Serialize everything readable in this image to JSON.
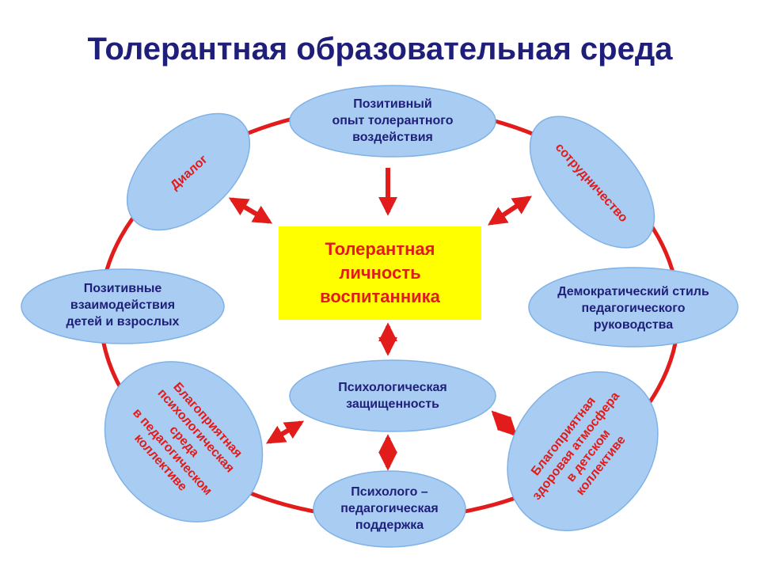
{
  "title": "Толерантная образовательная среда",
  "colors": {
    "title": "#1f1f7a",
    "ring": "#e21b1b",
    "ellipse_fill": "#a9cdf2",
    "ellipse_stroke": "#7fb2e6",
    "center_fill": "#ffff00",
    "arrow": "#e21b1b"
  },
  "center": {
    "lines": [
      "Толерантная",
      "личность",
      "воспитанника"
    ]
  },
  "nodes": {
    "top": {
      "lines": [
        "Позитивный",
        "опыт толерантного",
        "воздействия"
      ]
    },
    "dialog": {
      "lines": [
        "Диалог"
      ]
    },
    "cooperation": {
      "lines": [
        "сотрудничество"
      ]
    },
    "positive_interaction": {
      "lines": [
        "Позитивные",
        "взаимодействия",
        "детей и взрослых"
      ]
    },
    "democratic_style": {
      "lines": [
        "Демократический стиль",
        "педагогического",
        "руководства"
      ]
    },
    "psych_security": {
      "lines": [
        "Психологическая",
        "защищенность"
      ]
    },
    "favorable_env": {
      "lines": [
        "Благоприятная",
        "психологическая",
        "среда",
        "в педагогическом",
        "коллективе"
      ]
    },
    "healthy_atmosphere": {
      "lines": [
        "Благоприятная",
        "здоровая атмосфера",
        "в детском",
        "коллективе"
      ]
    },
    "psych_support": {
      "lines": [
        "Психолого –",
        "педагогическая",
        "поддержка"
      ]
    }
  }
}
